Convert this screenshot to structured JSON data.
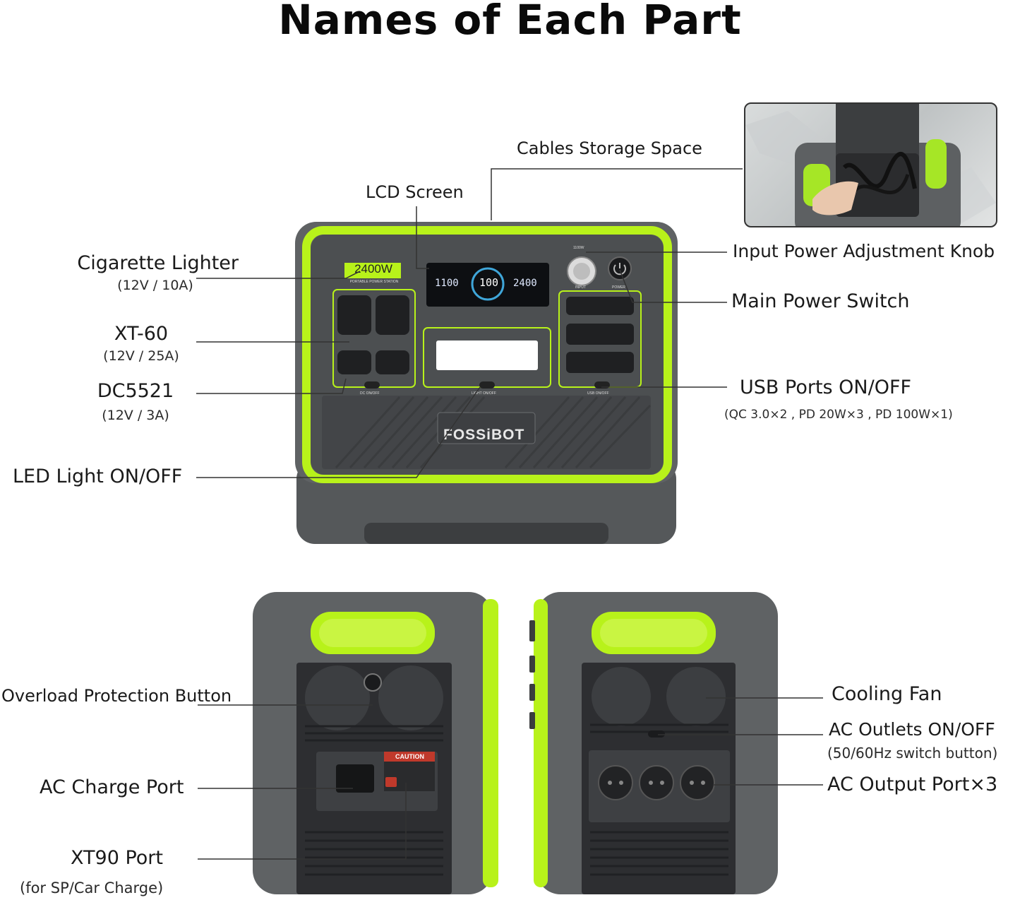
{
  "title": "Names of Each Part",
  "front": {
    "badge": "2400W",
    "badge_sub": "PORTABLE POWER STATION",
    "brand": "FOSSiBOT",
    "lcd": {
      "input": "1100",
      "percent": "100",
      "output": "2400"
    },
    "knob_top": "1100W",
    "knob_input": "INPUT",
    "power_text": "POWER",
    "btn_dc": "DC ON/OFF",
    "btn_light": "LIGHT ON/OFF",
    "btn_usb": "USB ON/OFF"
  },
  "labels": {
    "cigarette": {
      "name": "Cigarette Lighter",
      "spec": "(12V / 10A)"
    },
    "xt60": {
      "name": "XT-60",
      "spec": "(12V / 25A)"
    },
    "dc5521": {
      "name": "DC5521",
      "spec": "(12V / 3A)"
    },
    "led": {
      "name": "LED Light ON/OFF"
    },
    "lcd": {
      "name": "LCD Screen"
    },
    "cables": {
      "name": "Cables Storage Space"
    },
    "knob": {
      "name": "Input Power Adjustment Knob"
    },
    "power_switch": {
      "name": "Main Power Switch"
    },
    "usb": {
      "name": "USB Ports ON/OFF",
      "spec": "(QC 3.0×2 , PD 20W×3 , PD 100W×1)"
    },
    "overload": {
      "name": "Overload Protection Button"
    },
    "ac_charge": {
      "name": "AC Charge Port"
    },
    "xt90": {
      "name": "XT90 Port",
      "spec": "(for SP/Car Charge)"
    },
    "cooling": {
      "name": "Cooling Fan"
    },
    "ac_outlets": {
      "name": "AC Outlets ON/OFF",
      "spec": "(50/60Hz switch button)"
    },
    "ac_output": {
      "name": "AC Output Port×3"
    }
  },
  "back": {
    "caution": "CAUTION"
  },
  "colors": {
    "accent": "#b8f21a",
    "body": "#5c5e60",
    "dark": "#3a3b3d",
    "line": "#333333"
  }
}
